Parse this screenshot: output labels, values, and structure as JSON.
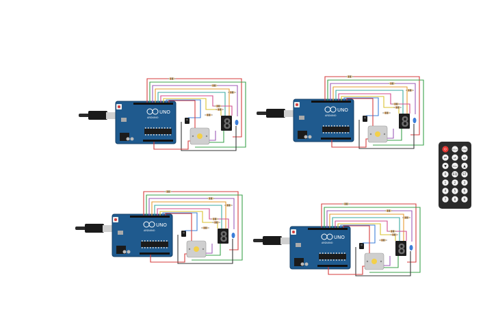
{
  "circuits": [
    {
      "id": "circuit-1",
      "board_name": "UNO",
      "brand": "ARDUINO",
      "display_digit": "8"
    },
    {
      "id": "circuit-2",
      "board_name": "UNO",
      "brand": "ARDUINO",
      "display_digit": "8"
    },
    {
      "id": "circuit-3",
      "board_name": "UNO",
      "brand": "ARDUINO",
      "display_digit": "8"
    },
    {
      "id": "circuit-4",
      "board_name": "UNO",
      "brand": "ARDUINO",
      "display_digit": "8"
    }
  ],
  "remote": {
    "buttons": [
      "⏻",
      "VOL+",
      "FUNC",
      "⏮",
      "⏯",
      "⏭",
      "▼",
      "VOL-",
      "▲",
      "0",
      "EQ",
      "ST",
      "1",
      "2",
      "3",
      "4",
      "5",
      "6",
      "7",
      "8",
      "9"
    ]
  },
  "colors": {
    "board": "#1f5a8e",
    "board_dark": "#153f66",
    "wire_red": "#d43b3b",
    "wire_green": "#3aa14a",
    "wire_purple": "#9b59b6",
    "wire_orange": "#e69a2e",
    "wire_blue": "#3b7dd8",
    "wire_teal": "#39a9a0",
    "wire_yellow": "#d8c12e",
    "wire_black": "#333333",
    "wire_pink": "#d14a8b",
    "remote_body": "#2b2b2b",
    "remote_power": "#e53935"
  }
}
